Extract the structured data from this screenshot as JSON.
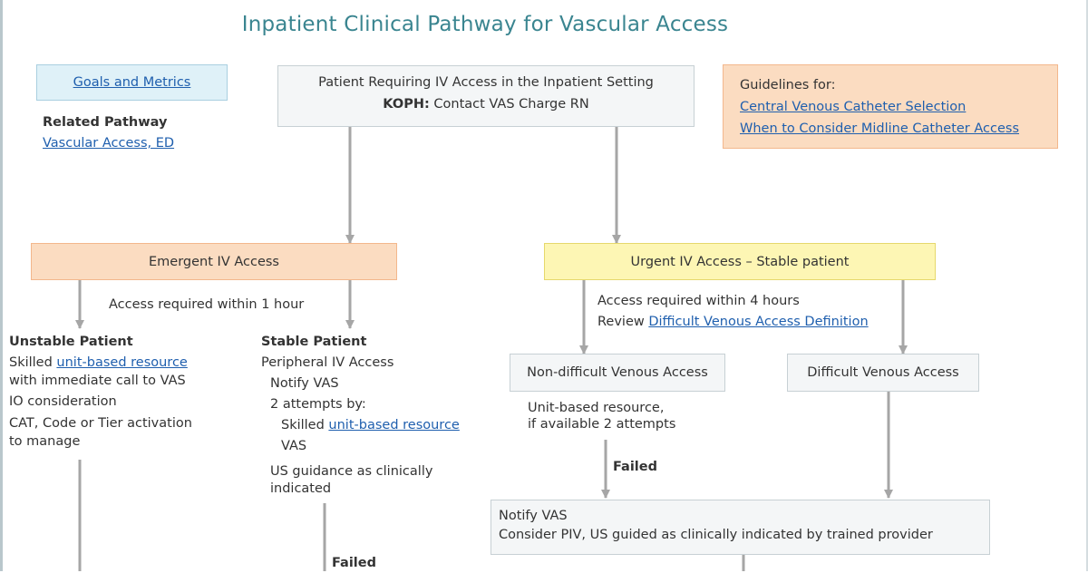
{
  "title": "Inpatient Clinical Pathway for Vascular Access",
  "goals": {
    "label": "Goals and Metrics"
  },
  "related": {
    "heading": "Related Pathway",
    "link": "Vascular Access, ED"
  },
  "start": {
    "line1": "Patient Requiring IV Access in the Inpatient Setting",
    "koph_label": "KOPH:",
    "koph_text": "Contact VAS Charge RN"
  },
  "guidelines": {
    "heading": "Guidelines for:",
    "link1": "Central Venous Catheter Selection",
    "link2": "When to Consider Midline Catheter Access"
  },
  "emergent": {
    "label": "Emergent IV Access",
    "timing": "Access required within 1 hour",
    "unstable": {
      "heading": "Unstable Patient",
      "l1_prefix": "Skilled ",
      "l1_link": "unit-based resource",
      "l2": "with immediate call to VAS",
      "l3": "IO consideration",
      "l4": "CAT, Code or Tier activation",
      "l5": "to manage"
    },
    "stable": {
      "heading": "Stable Patient",
      "l1": "Peripheral IV Access",
      "l2": "Notify VAS",
      "l3": "2 attempts by:",
      "l4_prefix": "Skilled ",
      "l4_link": "unit-based resource",
      "l5": "VAS",
      "l6": "US guidance as clinically",
      "l7": "indicated",
      "failed": "Failed"
    }
  },
  "urgent": {
    "label": "Urgent IV Access – Stable patient",
    "timing": "Access required within 4 hours",
    "review_prefix": "Review ",
    "review_link": "Difficult Venous Access Definition",
    "nondifficult": {
      "label": "Non-difficult Venous Access",
      "note1": "Unit-based resource,",
      "note2": "if available 2 attempts",
      "failed": "Failed"
    },
    "difficult": {
      "label": "Difficult Venous Access"
    },
    "notify": {
      "line1": "Notify VAS",
      "line2": "Consider PIV, US guided as clinically indicated by trained provider"
    }
  },
  "colors": {
    "title": "#3a8590",
    "link": "#1f5fae",
    "connector": "#a6a6a6",
    "emergent_fill": "#fbdcc1",
    "urgent_fill": "#fdf6b4",
    "goals_fill": "#dff1f8"
  }
}
